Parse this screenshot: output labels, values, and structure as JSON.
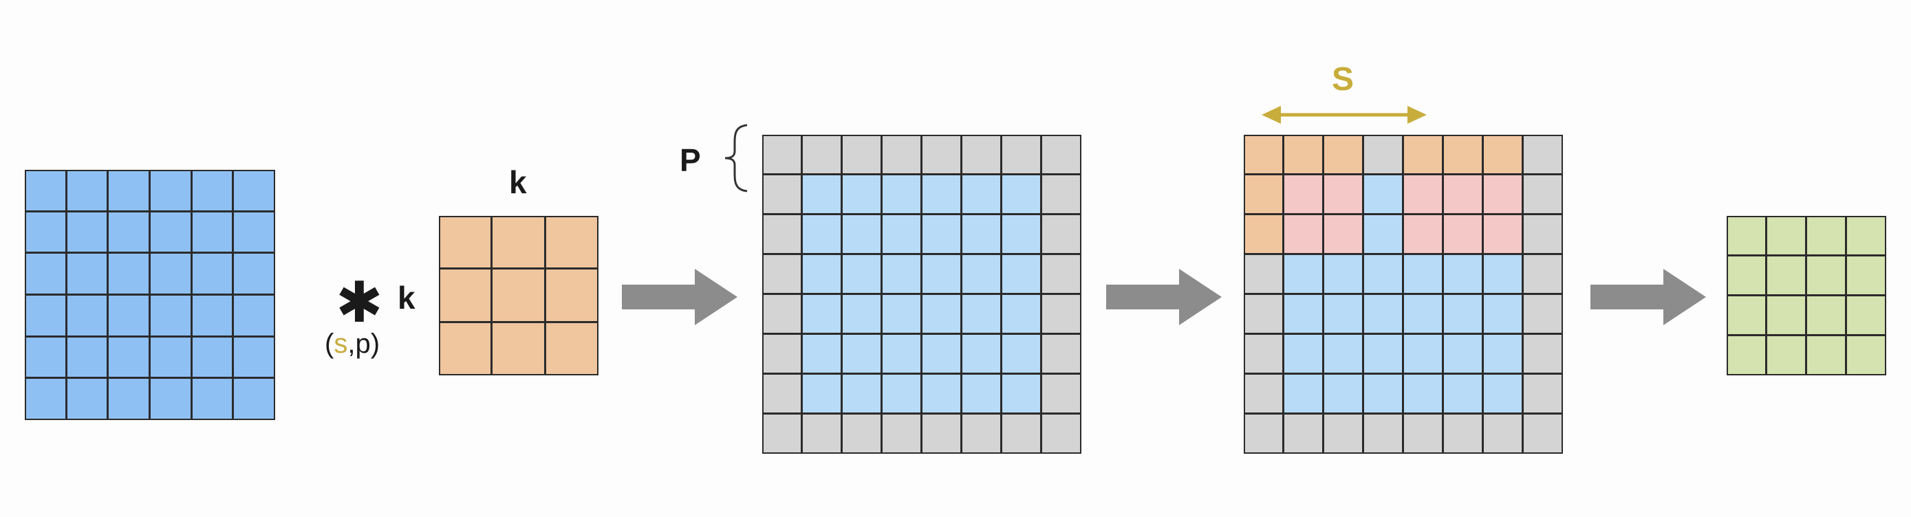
{
  "labels": {
    "kernel_size_top": "k",
    "kernel_size_side": "k",
    "conv_operator": "✱",
    "params_open": "(",
    "params_s": "s",
    "params_sep": ",p)",
    "padding": "P",
    "stride": "S"
  },
  "colors": {
    "input": "#8fc0f3",
    "kernel": "#f0c69f",
    "padding": "#d4d4d4",
    "padded_input": "#b8dbf8",
    "window_overlap": "#f5c8c8",
    "output": "#d4e3b0",
    "stride_accent": "#c8ad3c",
    "arrow": "#8c8c8c",
    "line": "#2b2b2b"
  },
  "grids": {
    "input": {
      "rows": 6,
      "cols": 6
    },
    "kernel": {
      "rows": 3,
      "cols": 3
    },
    "padded": {
      "rows": 8,
      "cols": 8,
      "padding": 1
    },
    "stride_view": {
      "rows": 8,
      "cols": 8,
      "padding": 1,
      "stride": 4,
      "kernel": 3,
      "window_row": 0,
      "window_cols": [
        0,
        4
      ]
    },
    "output": {
      "rows": 4,
      "cols": 4
    }
  }
}
